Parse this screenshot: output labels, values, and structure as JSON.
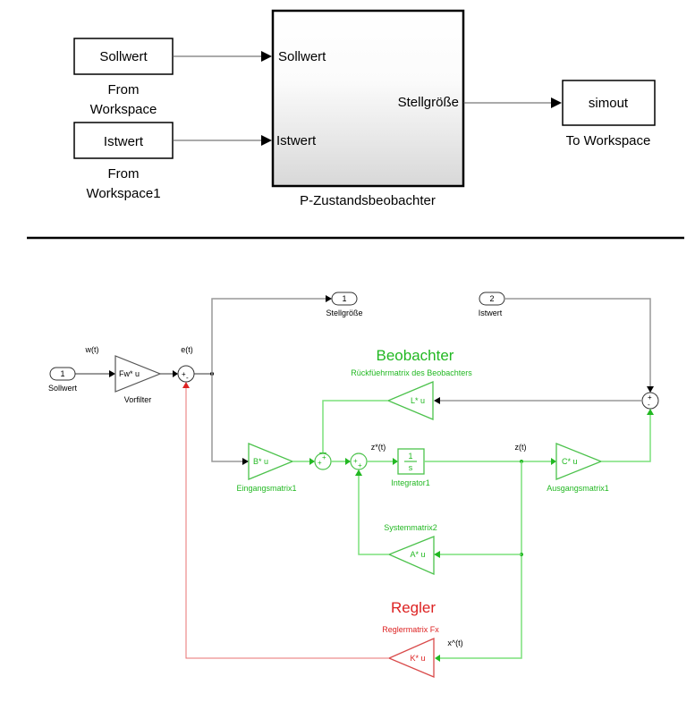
{
  "top_model": {
    "from_workspace_1": {
      "value": "Sollwert",
      "caption_line1": "From",
      "caption_line2": "Workspace"
    },
    "from_workspace_2": {
      "value": "Istwert",
      "caption_line1": "From",
      "caption_line2": "Workspace1"
    },
    "subsystem": {
      "name": "P-Zustandsbeobachter",
      "in_port_1": "Sollwert",
      "in_port_2": "Istwert",
      "out_port": "Stellgröße"
    },
    "to_workspace": {
      "value": "simout",
      "caption": "To Workspace"
    }
  },
  "sub_model": {
    "inport_1": {
      "number": "1",
      "label": "Sollwert"
    },
    "inport_2": {
      "number": "2",
      "label": "Istwert"
    },
    "outport_1": {
      "number": "1",
      "label": "Stellgröße"
    },
    "signals": {
      "w": "w(t)",
      "e": "e(t)",
      "z_dot": "z*(t)",
      "z": "z(t)",
      "x_hat": "x^(t)"
    },
    "vorfilter": {
      "gain": "Fw* u",
      "label": "Vorfilter"
    },
    "sum_error": {
      "signs": [
        "+",
        "-"
      ]
    },
    "sum_observer_out": {
      "signs": [
        "+",
        "-"
      ]
    },
    "sum_input": {
      "signs": [
        "+",
        "+"
      ]
    },
    "sum_state": {
      "signs": [
        "+",
        "+"
      ]
    },
    "observer_section": {
      "title": "Beobachter",
      "feedback_label": "Rückfüehrmatrix des Beobachters",
      "feedback_gain": "L* u",
      "input_gain": "B* u",
      "input_label": "Eingangsmatrix1",
      "integrator_num": "1",
      "integrator_den": "s",
      "integrator_label": "Integrator1",
      "output_gain": "C* u",
      "output_label": "Ausgangsmatrix1",
      "system_gain": "A* u",
      "system_label": "Systemmatrix2"
    },
    "controller_section": {
      "title": "Regler",
      "matrix_label": "Reglermatrix Fx",
      "gain": "K* u"
    },
    "colors": {
      "observer": "#22b822",
      "controller": "#dd2222"
    }
  }
}
